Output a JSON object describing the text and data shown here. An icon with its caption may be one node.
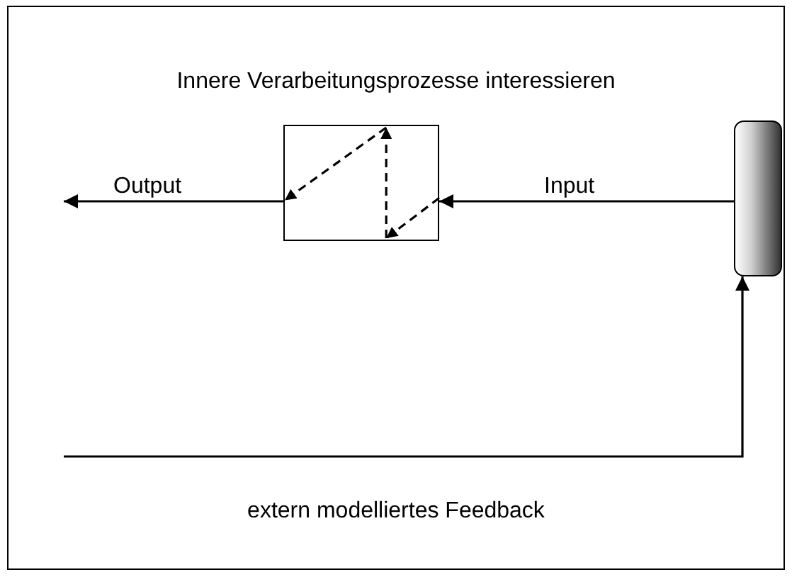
{
  "diagram": {
    "nodes": [
      {
        "text": [
          "Innere Verarbeitungsprozesse interessieren"
        ]
      },
      {
        "text": [],
        "shape": "box",
        "in": 0
      },
      {
        "text": [],
        "shape": "bar",
        "in": 0
      }
    ],
    "edges": [
      {
        "from": 2,
        "to": 1,
        "arrow": "to",
        "label": "Input"
      },
      {
        "from": 1,
        "to": null,
        "arrow": "to",
        "label": "Output"
      },
      {
        "from": null,
        "to": 2,
        "arrow": "to",
        "label": "extern modelliertes Feedback"
      }
    ]
  }
}
